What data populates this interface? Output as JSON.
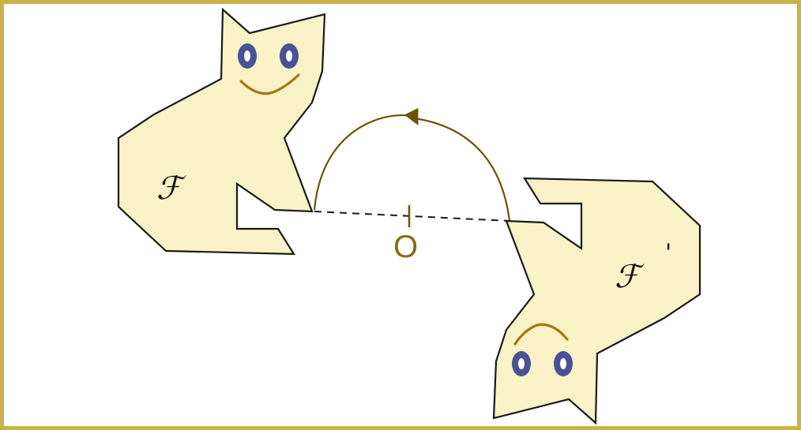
{
  "figure": {
    "original_label": "ℱ",
    "image_label": "ℱ",
    "image_prime": "'",
    "center_label": "O"
  },
  "colors": {
    "frame": "#c9b24a",
    "shape_fill": "#f8f2c6",
    "eyes": "#4a5296",
    "mouth": "#a07a10",
    "arc": "#6b5208"
  }
}
